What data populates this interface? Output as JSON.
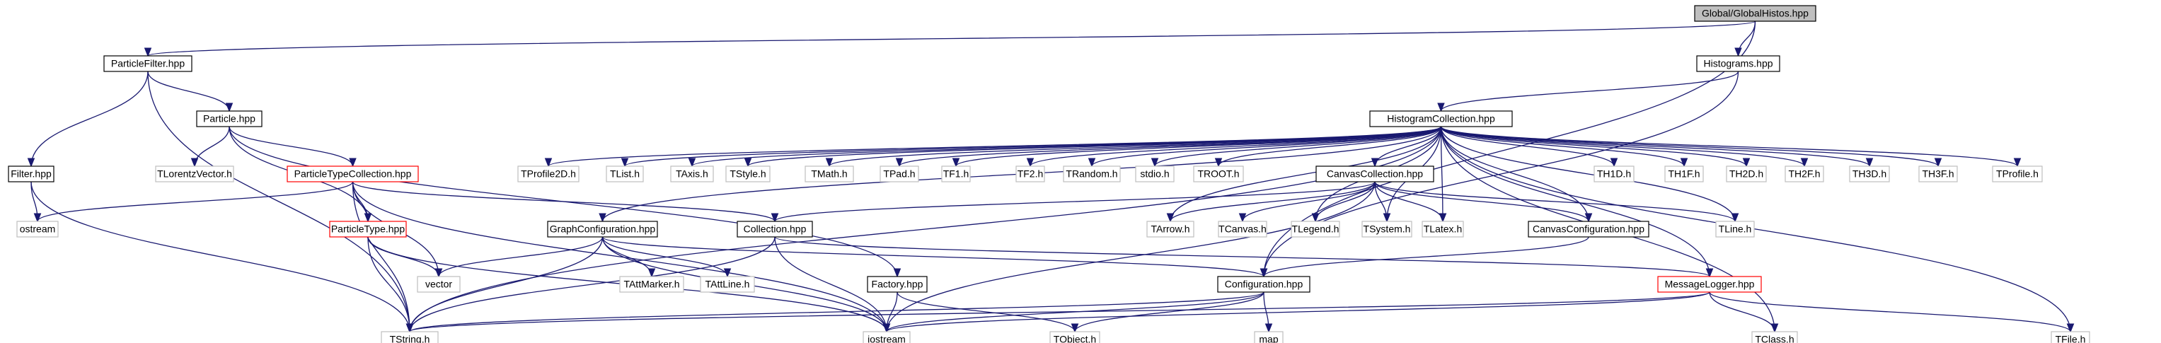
{
  "graph": {
    "nodes": [
      {
        "id": "globalhistos",
        "label": "Global/GlobalHistos.hpp",
        "style": "root"
      },
      {
        "id": "particlefilter",
        "label": "ParticleFilter.hpp",
        "style": "normal"
      },
      {
        "id": "histograms",
        "label": "Histograms.hpp",
        "style": "normal"
      },
      {
        "id": "particle",
        "label": "Particle.hpp",
        "style": "normal"
      },
      {
        "id": "histogramcollection",
        "label": "HistogramCollection.hpp",
        "style": "normal"
      },
      {
        "id": "filter",
        "label": "Filter.hpp",
        "style": "normal"
      },
      {
        "id": "tlorentzvector",
        "label": "TLorentzVector.h",
        "style": "external"
      },
      {
        "id": "particletypecollection",
        "label": "ParticleTypeCollection.hpp",
        "style": "truncated"
      },
      {
        "id": "tprofile2d",
        "label": "TProfile2D.h",
        "style": "external"
      },
      {
        "id": "tlist",
        "label": "TList.h",
        "style": "external"
      },
      {
        "id": "taxis",
        "label": "TAxis.h",
        "style": "external"
      },
      {
        "id": "tstyle",
        "label": "TStyle.h",
        "style": "external"
      },
      {
        "id": "tmath",
        "label": "TMath.h",
        "style": "external"
      },
      {
        "id": "tpad",
        "label": "TPad.h",
        "style": "external"
      },
      {
        "id": "tf1",
        "label": "TF1.h",
        "style": "external"
      },
      {
        "id": "tf2",
        "label": "TF2.h",
        "style": "external"
      },
      {
        "id": "trandom",
        "label": "TRandom.h",
        "style": "external"
      },
      {
        "id": "stdio",
        "label": "stdio.h",
        "style": "external"
      },
      {
        "id": "troot",
        "label": "TROOT.h",
        "style": "external"
      },
      {
        "id": "canvascollection",
        "label": "CanvasCollection.hpp",
        "style": "normal"
      },
      {
        "id": "th1d",
        "label": "TH1D.h",
        "style": "external"
      },
      {
        "id": "th1f",
        "label": "TH1F.h",
        "style": "external"
      },
      {
        "id": "th2d",
        "label": "TH2D.h",
        "style": "external"
      },
      {
        "id": "th2f",
        "label": "TH2F.h",
        "style": "external"
      },
      {
        "id": "th3d",
        "label": "TH3D.h",
        "style": "external"
      },
      {
        "id": "th3f",
        "label": "TH3F.h",
        "style": "external"
      },
      {
        "id": "tprofile",
        "label": "TProfile.h",
        "style": "external"
      },
      {
        "id": "ostream",
        "label": "ostream",
        "style": "external"
      },
      {
        "id": "particletype",
        "label": "ParticleType.hpp",
        "style": "truncated"
      },
      {
        "id": "graphconfiguration",
        "label": "GraphConfiguration.hpp",
        "style": "normal"
      },
      {
        "id": "collection",
        "label": "Collection.hpp",
        "style": "normal"
      },
      {
        "id": "tarrow",
        "label": "TArrow.h",
        "style": "external"
      },
      {
        "id": "tcanvas",
        "label": "TCanvas.h",
        "style": "external"
      },
      {
        "id": "tlegend",
        "label": "TLegend.h",
        "style": "external"
      },
      {
        "id": "tsystem",
        "label": "TSystem.h",
        "style": "external"
      },
      {
        "id": "tlatex",
        "label": "TLatex.h",
        "style": "external"
      },
      {
        "id": "canvasconfiguration",
        "label": "CanvasConfiguration.hpp",
        "style": "normal"
      },
      {
        "id": "tline",
        "label": "TLine.h",
        "style": "external"
      },
      {
        "id": "vector",
        "label": "vector",
        "style": "external"
      },
      {
        "id": "tattmarker",
        "label": "TAttMarker.h",
        "style": "external"
      },
      {
        "id": "tattline",
        "label": "TAttLine.h",
        "style": "external"
      },
      {
        "id": "factory",
        "label": "Factory.hpp",
        "style": "normal"
      },
      {
        "id": "configuration",
        "label": "Configuration.hpp",
        "style": "normal"
      },
      {
        "id": "messagelogger",
        "label": "MessageLogger.hpp",
        "style": "truncated"
      },
      {
        "id": "tstring",
        "label": "TString.h",
        "style": "external"
      },
      {
        "id": "iostream",
        "label": "iostream",
        "style": "external"
      },
      {
        "id": "tobject",
        "label": "TObject.h",
        "style": "external"
      },
      {
        "id": "map",
        "label": "map",
        "style": "external"
      },
      {
        "id": "tclass",
        "label": "TClass.h",
        "style": "external"
      },
      {
        "id": "tfile",
        "label": "TFile.h",
        "style": "external"
      }
    ],
    "edges": [
      [
        "globalhistos",
        "particlefilter"
      ],
      [
        "globalhistos",
        "histograms"
      ],
      [
        "globalhistos",
        "configuration"
      ],
      [
        "particlefilter",
        "particle"
      ],
      [
        "particlefilter",
        "filter"
      ],
      [
        "particlefilter",
        "tstring"
      ],
      [
        "histograms",
        "histogramcollection"
      ],
      [
        "histograms",
        "configuration"
      ],
      [
        "particle",
        "tlorentzvector"
      ],
      [
        "particle",
        "particletypecollection"
      ],
      [
        "particle",
        "particletype"
      ],
      [
        "particle",
        "factory"
      ],
      [
        "filter",
        "ostream"
      ],
      [
        "filter",
        "tstring"
      ],
      [
        "particletypecollection",
        "particletype"
      ],
      [
        "particletypecollection",
        "collection"
      ],
      [
        "particletypecollection",
        "ostream"
      ],
      [
        "particletypecollection",
        "vector"
      ],
      [
        "particletypecollection",
        "tstring"
      ],
      [
        "particletypecollection",
        "iostream"
      ],
      [
        "particletype",
        "vector"
      ],
      [
        "particletype",
        "tstring"
      ],
      [
        "particletype",
        "iostream"
      ],
      [
        "histogramcollection",
        "tprofile2d"
      ],
      [
        "histogramcollection",
        "tlist"
      ],
      [
        "histogramcollection",
        "taxis"
      ],
      [
        "histogramcollection",
        "tstyle"
      ],
      [
        "histogramcollection",
        "tmath"
      ],
      [
        "histogramcollection",
        "tpad"
      ],
      [
        "histogramcollection",
        "tf1"
      ],
      [
        "histogramcollection",
        "tf2"
      ],
      [
        "histogramcollection",
        "trandom"
      ],
      [
        "histogramcollection",
        "stdio"
      ],
      [
        "histogramcollection",
        "troot"
      ],
      [
        "histogramcollection",
        "canvascollection"
      ],
      [
        "histogramcollection",
        "th1d"
      ],
      [
        "histogramcollection",
        "th1f"
      ],
      [
        "histogramcollection",
        "th2d"
      ],
      [
        "histogramcollection",
        "th2f"
      ],
      [
        "histogramcollection",
        "th3d"
      ],
      [
        "histogramcollection",
        "th3f"
      ],
      [
        "histogramcollection",
        "tprofile"
      ],
      [
        "histogramcollection",
        "graphconfiguration"
      ],
      [
        "histogramcollection",
        "tarrow"
      ],
      [
        "histogramcollection",
        "tlegend"
      ],
      [
        "histogramcollection",
        "tsystem"
      ],
      [
        "histogramcollection",
        "tlatex"
      ],
      [
        "histogramcollection",
        "canvasconfiguration"
      ],
      [
        "histogramcollection",
        "tline"
      ],
      [
        "histogramcollection",
        "tstring"
      ],
      [
        "histogramcollection",
        "messagelogger"
      ],
      [
        "histogramcollection",
        "tclass"
      ],
      [
        "histogramcollection",
        "tfile"
      ],
      [
        "canvascollection",
        "collection"
      ],
      [
        "canvascollection",
        "tarrow"
      ],
      [
        "canvascollection",
        "tcanvas"
      ],
      [
        "canvascollection",
        "tlegend"
      ],
      [
        "canvascollection",
        "tsystem"
      ],
      [
        "canvascollection",
        "tlatex"
      ],
      [
        "canvascollection",
        "canvasconfiguration"
      ],
      [
        "canvascollection",
        "tline"
      ],
      [
        "canvascollection",
        "iostream"
      ],
      [
        "graphconfiguration",
        "vector"
      ],
      [
        "graphconfiguration",
        "tattmarker"
      ],
      [
        "graphconfiguration",
        "tattline"
      ],
      [
        "graphconfiguration",
        "configuration"
      ],
      [
        "graphconfiguration",
        "tstring"
      ],
      [
        "graphconfiguration",
        "iostream"
      ],
      [
        "collection",
        "messagelogger"
      ],
      [
        "collection",
        "iostream"
      ],
      [
        "collection",
        "tstring"
      ],
      [
        "canvasconfiguration",
        "configuration"
      ],
      [
        "factory",
        "tobject"
      ],
      [
        "factory",
        "iostream"
      ],
      [
        "configuration",
        "tstring"
      ],
      [
        "configuration",
        "iostream"
      ],
      [
        "configuration",
        "tobject"
      ],
      [
        "configuration",
        "map"
      ],
      [
        "messagelogger",
        "tclass"
      ],
      [
        "messagelogger",
        "tfile"
      ],
      [
        "messagelogger",
        "iostream"
      ],
      [
        "messagelogger",
        "tstring"
      ]
    ]
  },
  "colors": {
    "edge": "#191970",
    "normal_border": "#000000",
    "truncated_border": "#ff0000",
    "external_border": "#bfbfbf",
    "external_text": "#000000",
    "root_fill": "#bfbfbf",
    "node_fill": "#ffffff",
    "text": "#000000"
  }
}
